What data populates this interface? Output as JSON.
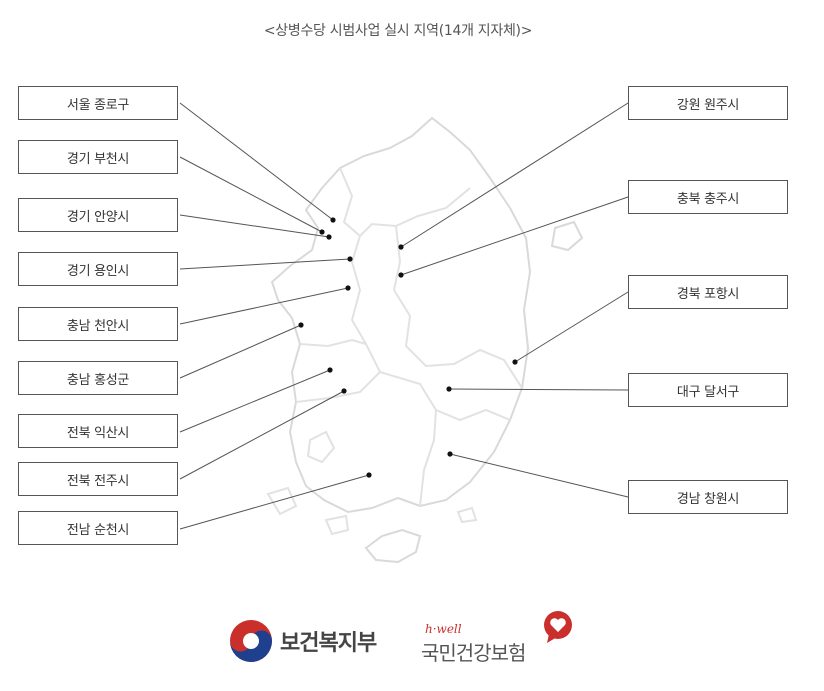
{
  "title": "<상병수당 시범사업 실시 지역(14개 지자체)>",
  "regions_left": [
    {
      "label": "서울 종로구"
    },
    {
      "label": "경기 부천시"
    },
    {
      "label": "경기 안양시"
    },
    {
      "label": "경기 용인시"
    },
    {
      "label": "충남 천안시"
    },
    {
      "label": "충남 홍성군"
    },
    {
      "label": "전북 익산시"
    },
    {
      "label": "전북 전주시"
    },
    {
      "label": "전남 순천시"
    }
  ],
  "regions_right": [
    {
      "label": "강원 원주시"
    },
    {
      "label": "충북 충주시"
    },
    {
      "label": "경북 포항시"
    },
    {
      "label": "대구 달서구"
    },
    {
      "label": "경남 창원시"
    }
  ],
  "logos": {
    "mohw": "보건복지부",
    "nhis_tagline": "h·well",
    "nhis": "국민건강보험"
  },
  "colors": {
    "map_outline": "#d9d9d9",
    "leader_line": "#555555",
    "logo_red": "#c9302c",
    "logo_blue": "#1f3f8f"
  }
}
